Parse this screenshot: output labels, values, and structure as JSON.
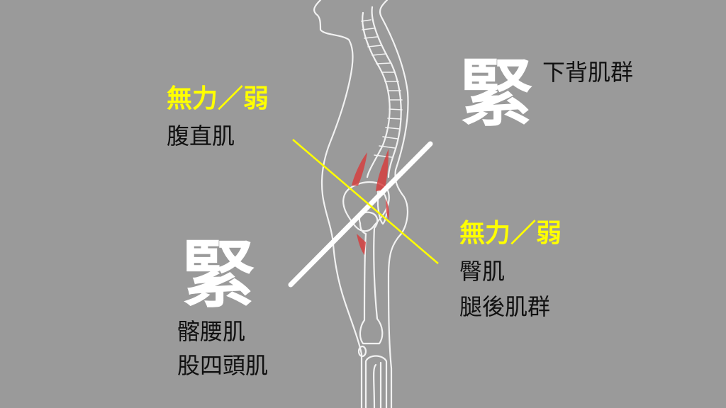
{
  "colors": {
    "background": "#9a9a9a",
    "tight": "#ffffff",
    "weak": "#ffff00",
    "muscle": "#d83a3a"
  },
  "upper_right": {
    "state": "緊",
    "muscle": "下背肌群"
  },
  "upper_left": {
    "state": "無力／弱",
    "muscle": "腹直肌"
  },
  "lower_left": {
    "state": "緊",
    "muscles": [
      "髂腰肌",
      "股四頭肌"
    ]
  },
  "lower_right": {
    "state": "無力／弱",
    "muscles": [
      "臀肌",
      "腿後肌群"
    ]
  }
}
